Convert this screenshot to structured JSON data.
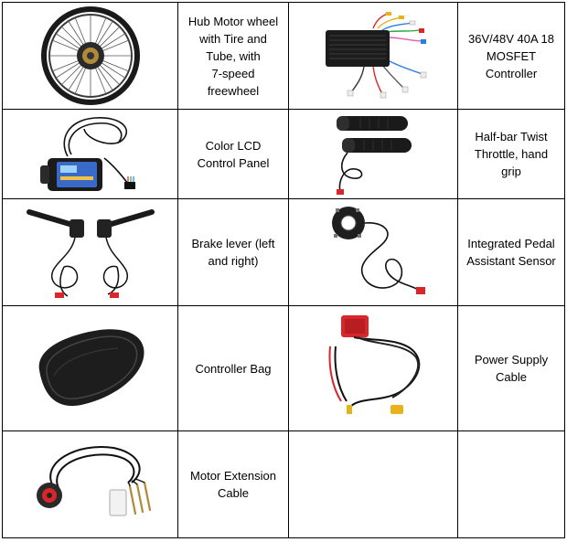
{
  "rows": [
    {
      "left_label": "Hub Motor wheel\nwith Tire and\nTube, with\n7-speed\nfreewheel",
      "right_label": "36V/48V 40A 18\nMOSFET\nController"
    },
    {
      "left_label": "Color LCD\nControl Panel",
      "right_label": "Half-bar Twist\nThrottle, hand grip"
    },
    {
      "left_label": "Brake lever (left\nand right)",
      "right_label": "Integrated Pedal\nAssistant Sensor"
    },
    {
      "left_label": "Controller Bag",
      "right_label": "Power Supply\nCable"
    },
    {
      "left_label": "Motor Extension\nCable",
      "right_label": ""
    }
  ],
  "colors": {
    "border": "#000000",
    "cable": "#111111",
    "connector_red": "#d9262b",
    "connector_yellow": "#e7b21a",
    "bag": "#1d1d1d"
  },
  "icons": [
    "hub-motor-wheel-icon",
    "controller-box-icon",
    "lcd-panel-icon",
    "twist-throttle-icon",
    "brake-levers-icon",
    "pedal-sensor-icon",
    "controller-bag-icon",
    "power-cable-icon",
    "motor-extension-cable-icon"
  ]
}
